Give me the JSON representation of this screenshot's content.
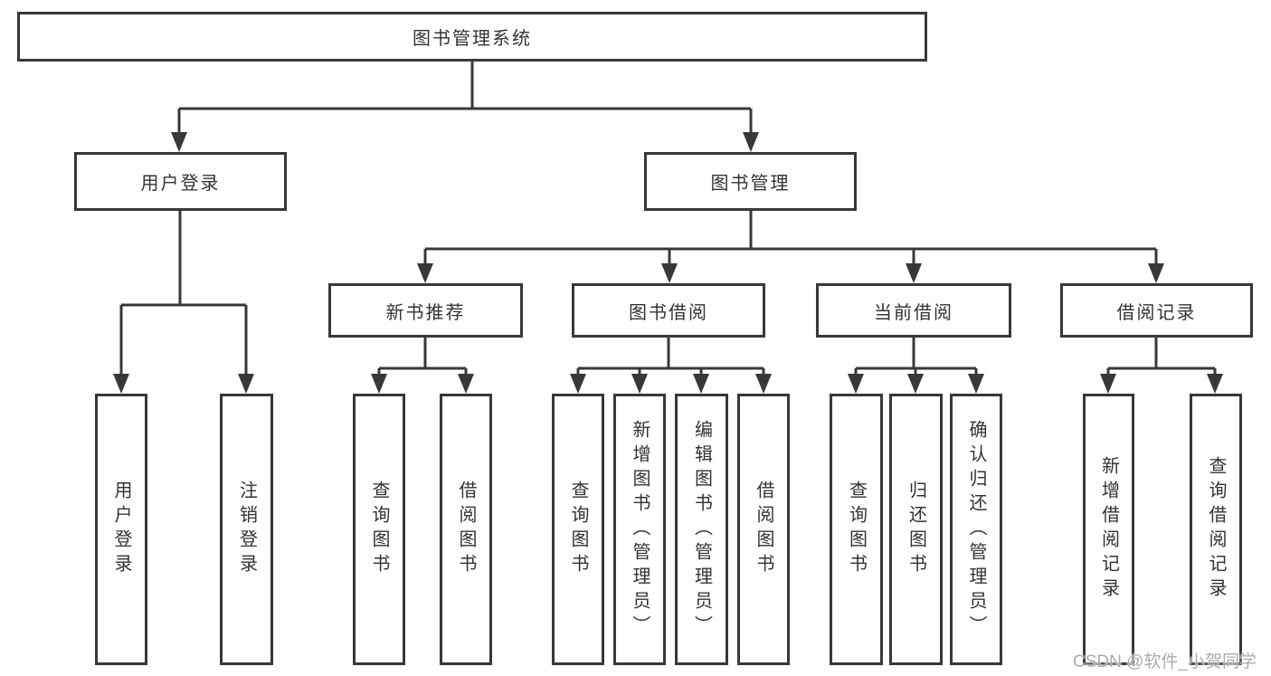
{
  "watermark": "CSDN @软件_小贺同学",
  "colors": {
    "line": "#383838",
    "box_border": "#383838",
    "text": "#333333",
    "watermark": "#a8a8a8",
    "background": "#ffffff"
  },
  "tree": {
    "root": {
      "label": "图书管理系统",
      "children": [
        {
          "label": "用户登录",
          "children": [
            {
              "label": "用户登录"
            },
            {
              "label": "注销登录"
            }
          ]
        },
        {
          "label": "图书管理",
          "children": [
            {
              "label": "新书推荐",
              "children": [
                {
                  "label": "查询图书"
                },
                {
                  "label": "借阅图书"
                }
              ]
            },
            {
              "label": "图书借阅",
              "children": [
                {
                  "label": "查询图书"
                },
                {
                  "label": "新增图书（管理员）"
                },
                {
                  "label": "编辑图书（管理员）"
                },
                {
                  "label": "借阅图书"
                }
              ]
            },
            {
              "label": "当前借阅",
              "children": [
                {
                  "label": "查询图书"
                },
                {
                  "label": "归还图书"
                },
                {
                  "label": "确认归还（管理员）"
                }
              ]
            },
            {
              "label": "借阅记录",
              "children": [
                {
                  "label": "新增借阅记录"
                },
                {
                  "label": "查询借阅记录"
                }
              ]
            }
          ]
        }
      ]
    }
  }
}
